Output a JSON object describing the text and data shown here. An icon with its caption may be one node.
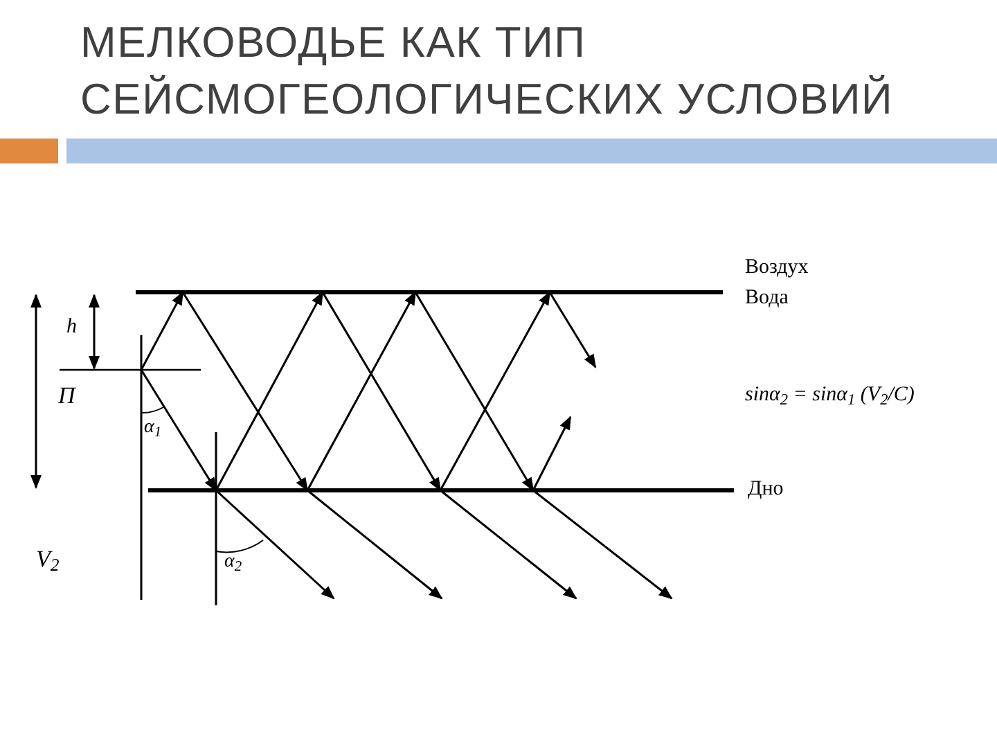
{
  "diagram": {
    "title": "МЕЛКОВОДЬЕ КАК ТИП СЕЙСМОГЕОЛОГИЧЕСКИХ УСЛОВИЙ",
    "labels": [
      "h",
      "П",
      "α$_{1}$",
      "V$_{2}$",
      "α$_{2}$",
      "Воздух",
      "Вода",
      "sinα$_{2}$ = sinα$_{1}$ (V$_{2}$/C)",
      "Дно"
    ]
  }
}
